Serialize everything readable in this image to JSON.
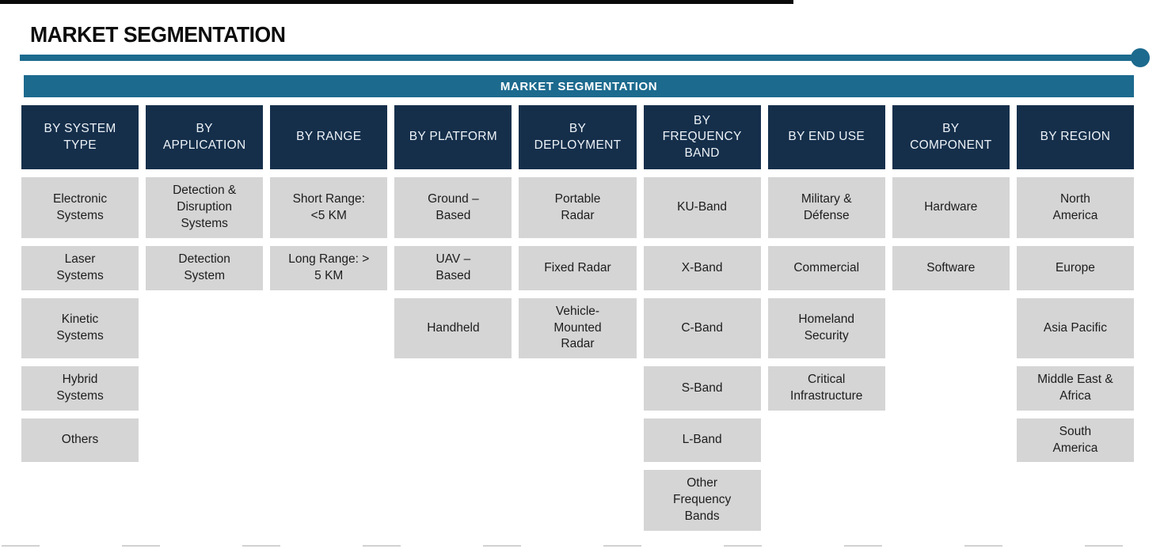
{
  "page": {
    "title": "MARKET SEGMENTATION",
    "banner": "MARKET SEGMENTATION"
  },
  "colors": {
    "header_navy": "#152f4b",
    "accent_teal": "#1c6a8e",
    "cell_gray": "#d5d5d5",
    "cell_text": "#1d1d1d"
  },
  "segmentation": {
    "columns": [
      {
        "header": "BY SYSTEM\nTYPE",
        "items": [
          "Electronic\nSystems",
          "Laser\nSystems",
          "Kinetic\nSystems",
          "Hybrid\nSystems",
          "Others"
        ]
      },
      {
        "header": "BY\nAPPLICATION",
        "items": [
          "Detection &\nDisruption\nSystems",
          "Detection\nSystem"
        ]
      },
      {
        "header": "BY RANGE",
        "items": [
          "Short Range:\n<5 KM",
          "Long Range: >\n5 KM"
        ]
      },
      {
        "header": "BY PLATFORM",
        "items": [
          "Ground –\nBased",
          "UAV –\nBased",
          "Handheld"
        ]
      },
      {
        "header": "BY\nDEPLOYMENT",
        "items": [
          "Portable\nRadar",
          "Fixed Radar",
          "Vehicle-\nMounted\nRadar"
        ]
      },
      {
        "header": "BY\nFREQUENCY\nBAND",
        "items": [
          "KU-Band",
          "X-Band",
          "C-Band",
          "S-Band",
          "L-Band",
          "Other\nFrequency\nBands"
        ]
      },
      {
        "header": "BY END USE",
        "items": [
          "Military &\nDéfense",
          "Commercial",
          "Homeland\nSecurity",
          "Critical\nInfrastructure"
        ]
      },
      {
        "header": "BY\nCOMPONENT",
        "items": [
          "Hardware",
          "Software"
        ]
      },
      {
        "header": "BY REGION",
        "items": [
          "North\nAmerica",
          "Europe",
          "Asia Pacific",
          "Middle East &\nAfrica",
          "South\nAmerica"
        ]
      }
    ]
  }
}
